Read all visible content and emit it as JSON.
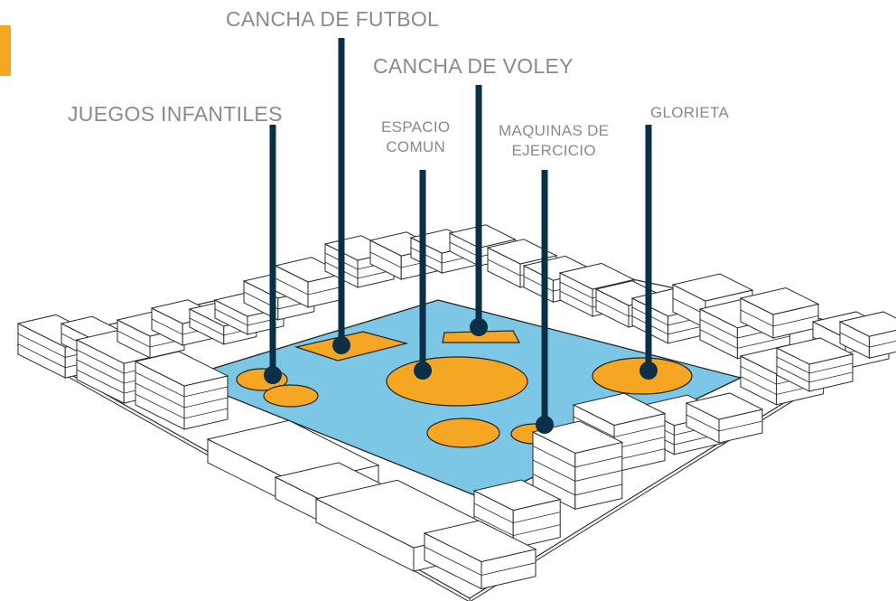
{
  "colors": {
    "plaza": "#7cc7e6",
    "feature": "#f5a623",
    "pin": "#0b2f46",
    "label": "#8a8a8a",
    "accent_tab": "#f5a623",
    "block_fill": "#ffffff",
    "block_stroke": "#2a2a2a"
  },
  "labels": {
    "cancha_futbol": "CANCHA DE FUTBOL",
    "cancha_voley": "CANCHA DE VOLEY",
    "juegos_infantiles": "JUEGOS INFANTILES",
    "espacio_comun_1": "ESPACIO",
    "espacio_comun_2": "COMUN",
    "maquinas_1": "MAQUINAS DE",
    "maquinas_2": "EJERCICIO",
    "glorieta": "GLORIETA"
  }
}
